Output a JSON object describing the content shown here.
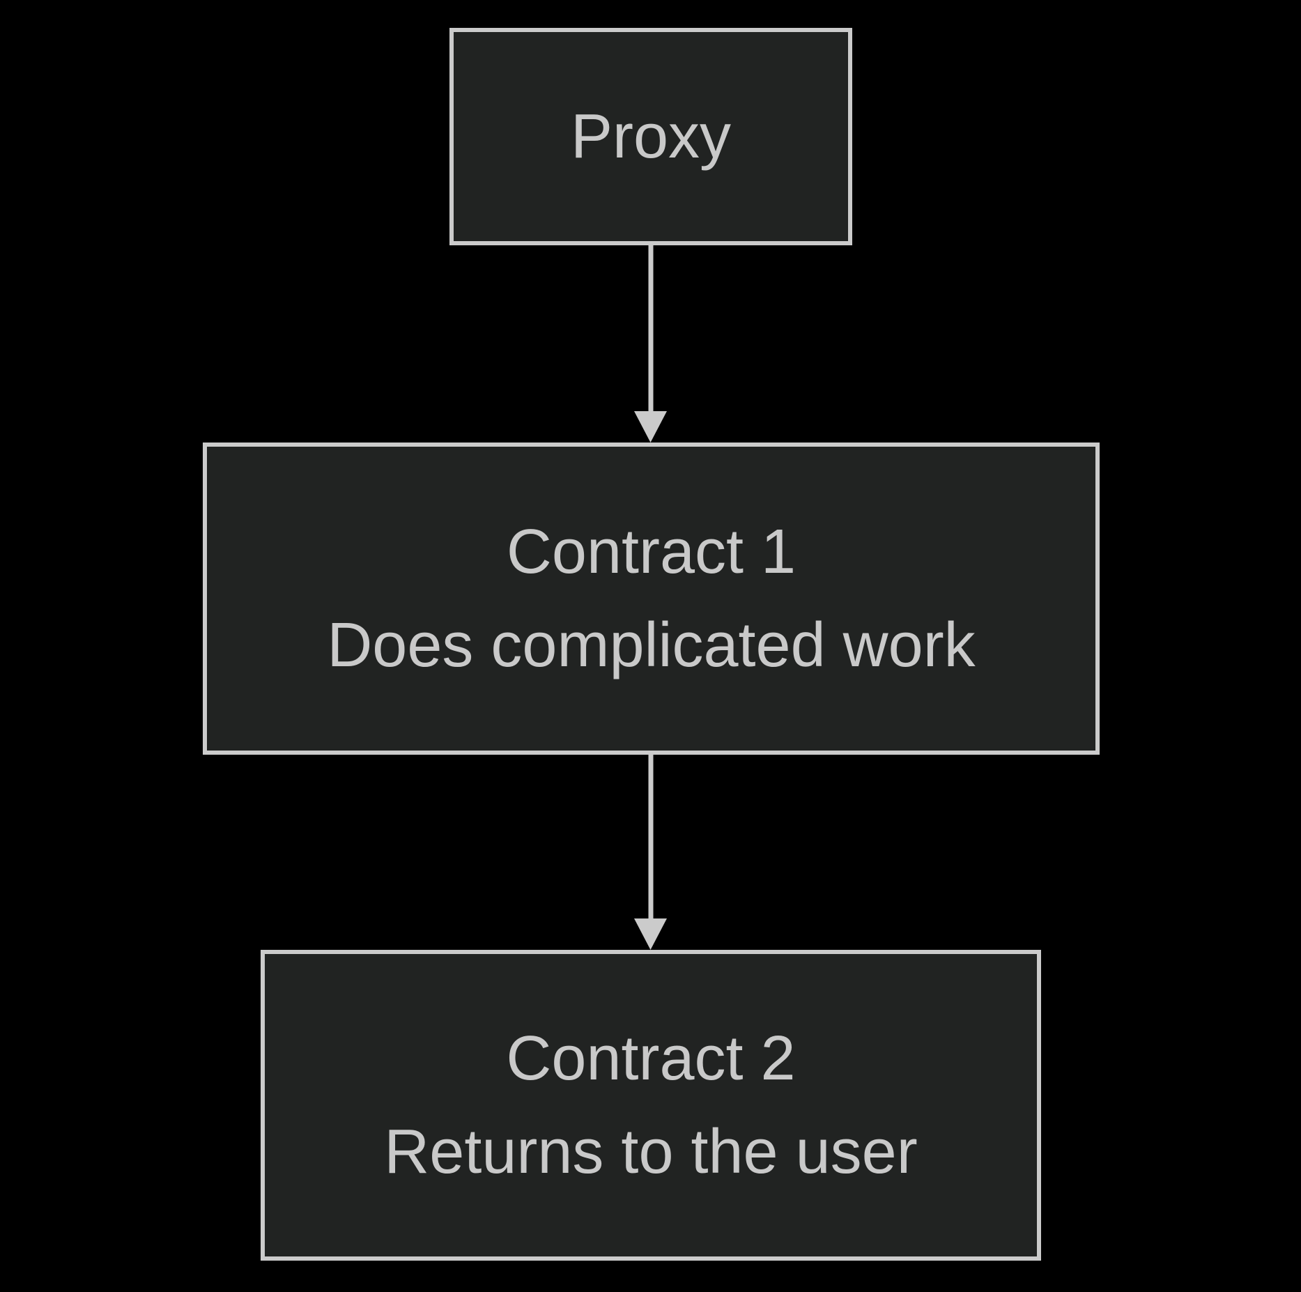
{
  "diagram": {
    "type": "flowchart",
    "direction": "top-down",
    "colors": {
      "background": "#000000",
      "node_fill": "#212322",
      "node_border": "#cbcbcb",
      "node_text": "#c9c9c9",
      "arrow": "#cbcbcb"
    },
    "nodes": [
      {
        "id": "proxy",
        "title": "Proxy"
      },
      {
        "id": "contract1",
        "title": "Contract 1",
        "subtitle": "Does complicated work"
      },
      {
        "id": "contract2",
        "title": "Contract 2",
        "subtitle": "Returns to the user"
      }
    ],
    "edges": [
      {
        "from": "proxy",
        "to": "contract1",
        "style": "solid-arrow-down"
      },
      {
        "from": "contract1",
        "to": "contract2",
        "style": "solid-arrow-down"
      }
    ]
  }
}
